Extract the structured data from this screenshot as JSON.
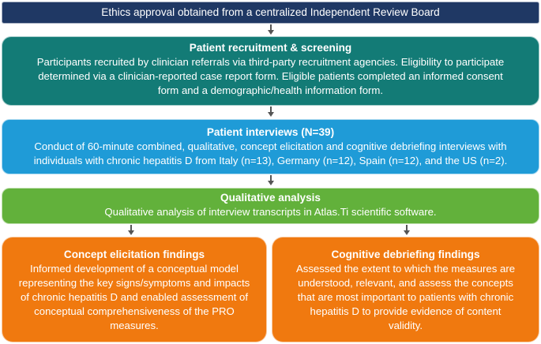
{
  "boxes": {
    "ethics": {
      "text": "Ethics approval obtained from a centralized Independent  Review Board"
    },
    "recruitment": {
      "title": "Patient recruitment & screening",
      "body": "Participants recruited by clinician referrals via third-party recruitment agencies. Eligibility to participate\ndetermined via a clinician-reported case report form. Eligible patients completed an informed consent\nform and a demographic/health  information form."
    },
    "interviews": {
      "title": "Patient interviews (N=39)",
      "body": "Conduct of 60-minute combined, qualitative, concept elicitation and cognitive debriefing interviews with\nindividuals with chronic hepatitis D from Italy (n=13), Germany (n=12), Spain (n=12), and the US (n=2)."
    },
    "qualitative": {
      "title": "Qualitative analysis",
      "body": "Qualitative analysis of interview transcripts in Atlas.Ti scientific software."
    },
    "concept": {
      "title": "Concept elicitation findings",
      "body": "Informed development of a conceptual model\nrepresenting the key signs/symptoms  and impacts\nof chronic hepatitis D and enabled assessment of\nconceptual comprehensiveness  of the PRO\nmeasures."
    },
    "cognitive": {
      "title": "Cognitive debriefing findings",
      "body": "Assessed the extent to which the measures are\nunderstood, relevant, and assess the concepts\nthat are most important to patients with chronic\nhepatitis D to provide evidence of content\nvalidity."
    }
  },
  "colors": {
    "ethics": "#1f3864",
    "recruitment": "#137b76",
    "interviews": "#1f9bd7",
    "qualitative": "#62b13b",
    "findings": "#f0790f",
    "arrow": "#555555"
  }
}
